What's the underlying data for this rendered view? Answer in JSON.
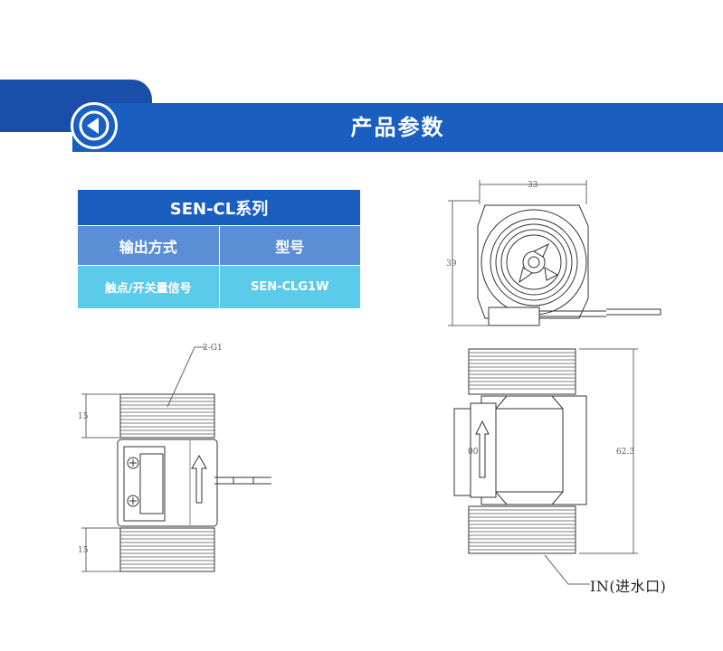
{
  "header": {
    "title": "产品参数"
  },
  "spec_table": {
    "title": "SEN-CL系列",
    "columns": [
      "输出方式",
      "型号"
    ],
    "rows": [
      [
        "触点/开关量信号",
        "SEN-CLG1W"
      ]
    ]
  },
  "drawing": {
    "thread_label": "2-G1",
    "dim_width_top": "33",
    "dim_height_top": "39",
    "dim_thread_upper": "15",
    "dim_thread_lower": "15",
    "dim_body_height": "62.3",
    "flow_mark": "00",
    "inlet_label": "IN(进水口)"
  },
  "colors": {
    "banner_blue": "#1a5fc0",
    "banner_dark": "#1a4ea8",
    "table_head": "#5a8fd6",
    "table_data": "#5ccbea"
  },
  "icons": {
    "back": "left-arrow-circle-icon"
  }
}
